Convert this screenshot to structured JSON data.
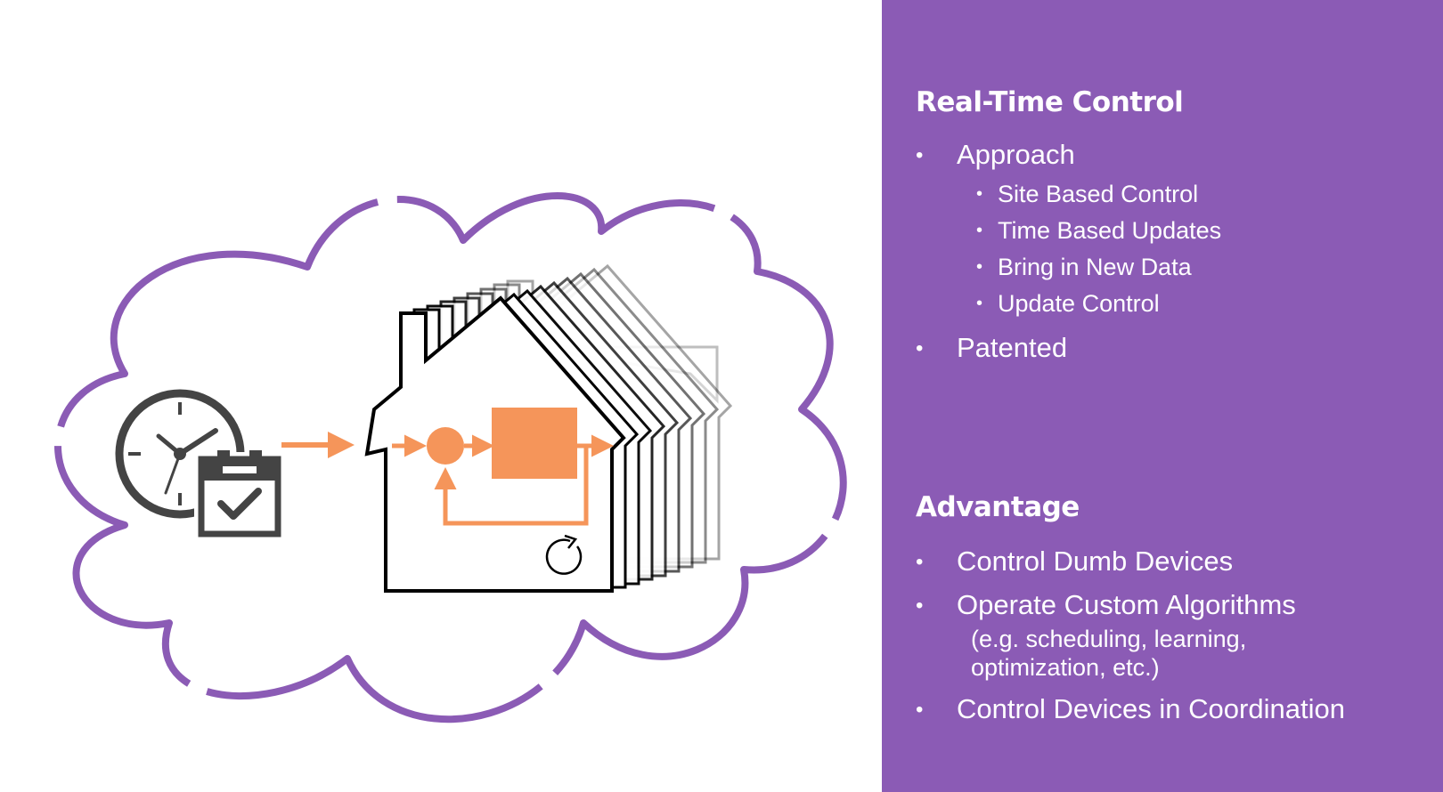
{
  "realtime": {
    "heading": "Real-Time Control",
    "approach_label": "Approach",
    "approach_items": [
      "Site Based Control",
      "Time Based Updates",
      "Bring in New Data",
      "Update Control"
    ],
    "patented_label": "Patented"
  },
  "advantage": {
    "heading": "Advantage",
    "items": [
      "Control Dumb Devices",
      "Operate Custom Algorithms",
      "Control Devices in Coordination"
    ],
    "note": "(e.g. scheduling, learning,\noptimization, etc.)"
  },
  "colors": {
    "panel": "#8b5bb5",
    "cloud": "#8b5bb5",
    "accent": "#f5955a",
    "icon": "#444444"
  },
  "icons": [
    "clock-icon",
    "calendar-check-icon",
    "house-icon",
    "refresh-icon"
  ]
}
